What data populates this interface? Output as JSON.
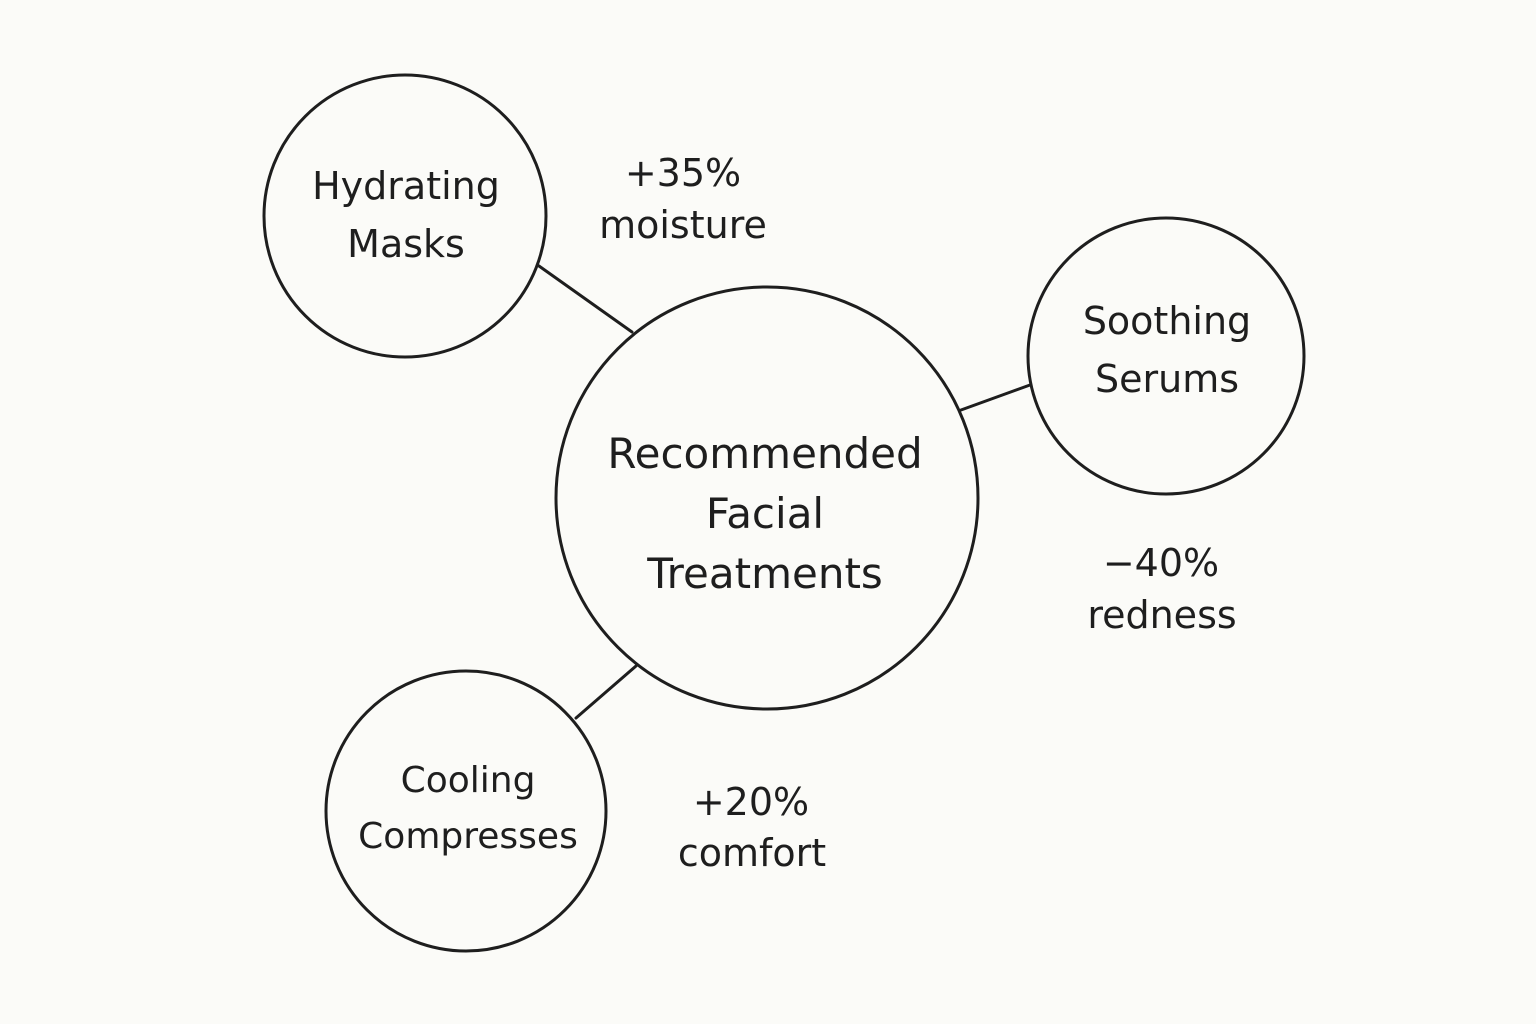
{
  "center": {
    "lines": [
      "Recommended",
      "Facial",
      "Treatments"
    ]
  },
  "nodes": [
    {
      "id": "hydrating-masks",
      "lines": [
        "Hydrating",
        "Masks"
      ],
      "stat_value": "+35%",
      "stat_label": "moisture",
      "stat_number": 35,
      "stat_unit": "%"
    },
    {
      "id": "soothing-serums",
      "lines": [
        "Soothing",
        "Serums"
      ],
      "stat_value": "−40%",
      "stat_label": "redness",
      "stat_number": -40,
      "stat_unit": "%"
    },
    {
      "id": "cooling-compresses",
      "lines": [
        "Cooling",
        "Compresses"
      ],
      "stat_value": "+20%",
      "stat_label": "comfort",
      "stat_number": 20,
      "stat_unit": "%"
    }
  ],
  "colors": {
    "background": "#fbfbf8",
    "stroke": "#1e1e1e",
    "text": "#1e1e1e"
  }
}
